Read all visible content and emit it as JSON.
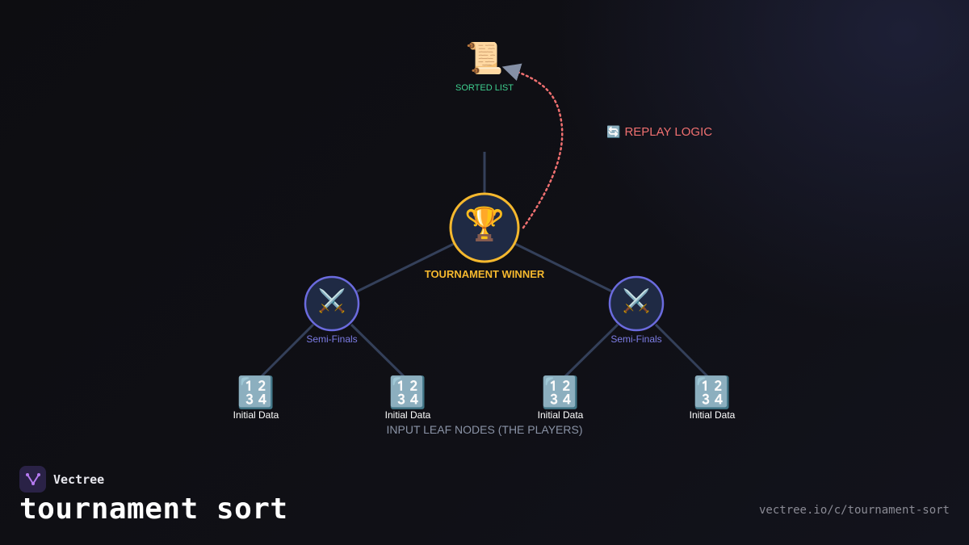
{
  "diagram": {
    "root": {
      "icon": "🏆",
      "icon_name": "trophy-icon",
      "label": "TOURNAMENT WINNER",
      "color": "#f5b82e"
    },
    "semis": [
      {
        "icon": "⚔️",
        "icon_name": "crossed-swords-icon",
        "label": "Semi-Finals",
        "color": "#6b6bde"
      },
      {
        "icon": "⚔️",
        "icon_name": "crossed-swords-icon",
        "label": "Semi-Finals",
        "color": "#6b6bde"
      }
    ],
    "leaves": [
      {
        "icon": "🔢",
        "icon_name": "input-numbers-icon",
        "label": "Initial Data"
      },
      {
        "icon": "🔢",
        "icon_name": "input-numbers-icon",
        "label": "Initial Data"
      },
      {
        "icon": "🔢",
        "icon_name": "input-numbers-icon",
        "label": "Initial Data"
      },
      {
        "icon": "🔢",
        "icon_name": "input-numbers-icon",
        "label": "Initial Data"
      }
    ],
    "leaves_caption": "INPUT LEAF NODES (THE PLAYERS)",
    "output": {
      "icon": "📜",
      "icon_name": "scroll-icon",
      "label": "SORTED LIST",
      "color": "#3ecf8e"
    },
    "replay": {
      "icon": "🔄",
      "icon_name": "replay-icon",
      "label": "REPLAY LOGIC",
      "color": "#f07070"
    }
  },
  "brand": {
    "name": "Vectree",
    "title": "tournament sort",
    "url": "vectree.io/c/tournament-sort"
  }
}
